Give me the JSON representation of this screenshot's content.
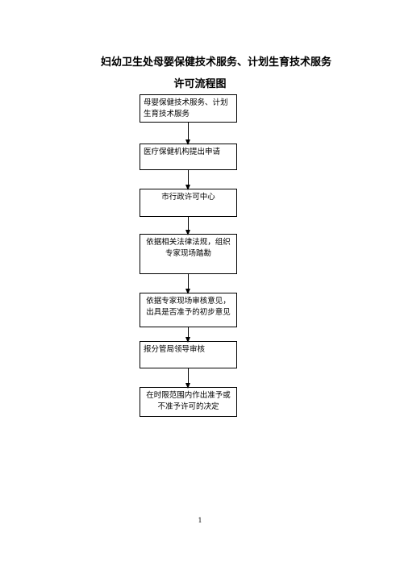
{
  "title_line1": "妇幼卫生处母婴保健技术服务、计划生育技术服务",
  "title_line2": "许可流程图",
  "steps": [
    "母婴保健技术服务、计划生育技术服务",
    "医疗保健机构提出申请",
    "市行政许可中心",
    "依据相关法律法规，组织专家现场踏勘",
    "依据专家现场审核意见，出具是否准予的初步意见",
    "报分管局领导审核",
    "在时限范围内作出准予或不准予许可的决定"
  ],
  "page_number": "1"
}
